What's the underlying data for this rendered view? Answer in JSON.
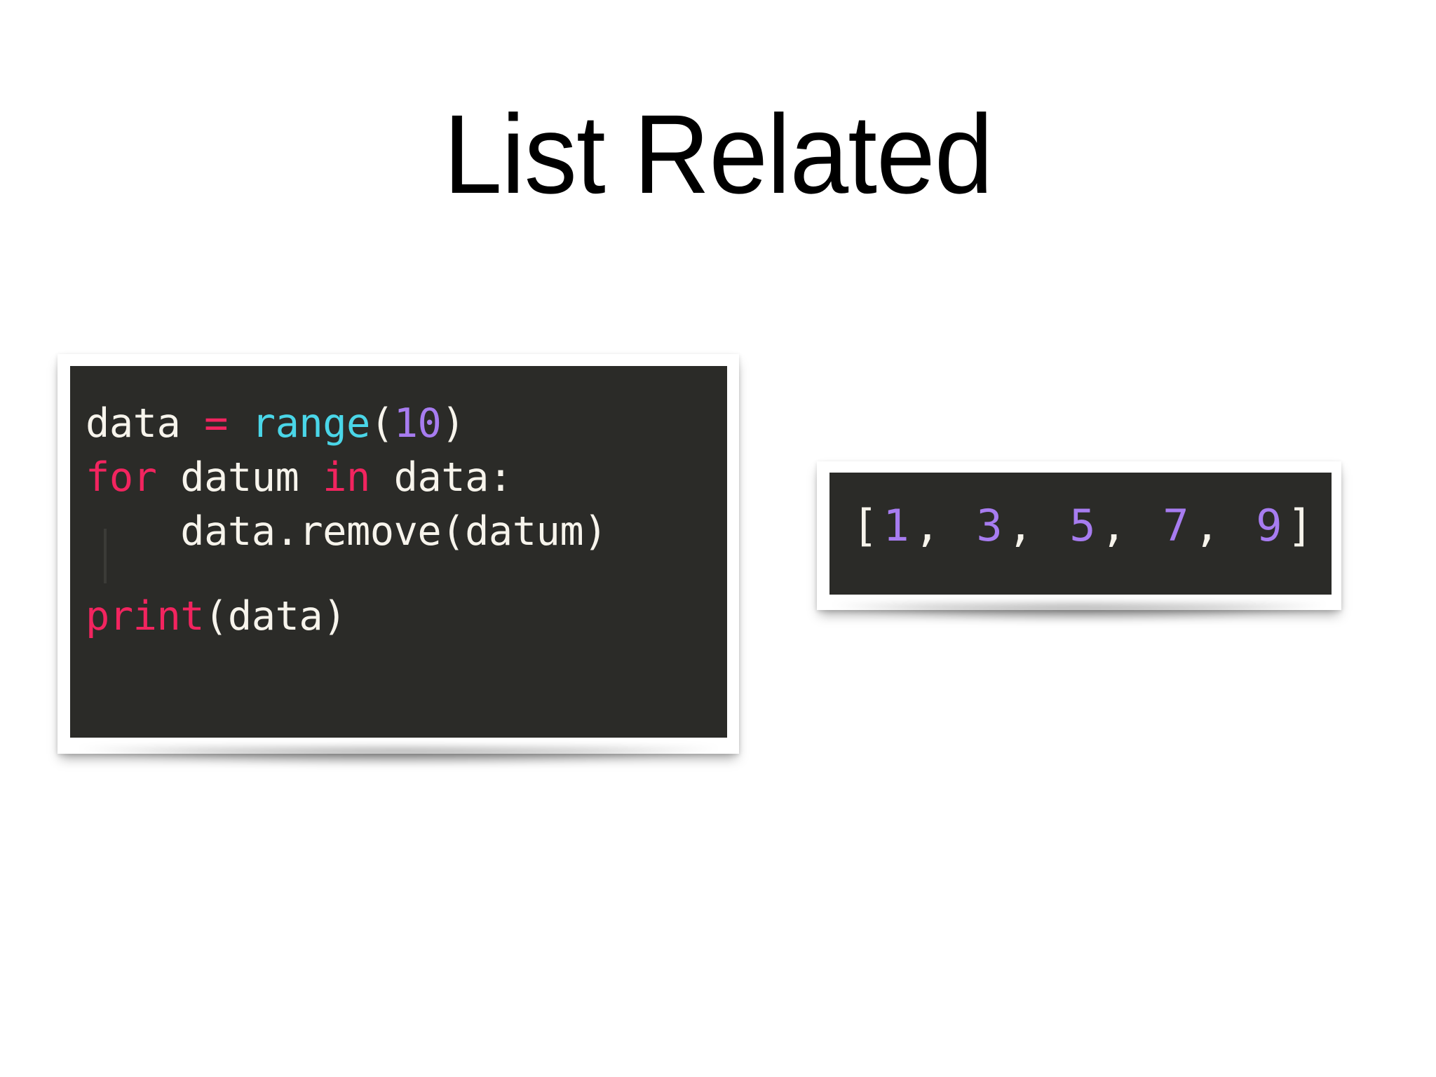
{
  "slide": {
    "title": "List Related",
    "background_color": "#ffffff"
  },
  "theme": {
    "code_background": "#2b2b28",
    "card_background": "#ffffff",
    "text_plain": "#f7f4ec",
    "keyword": "#f2245f",
    "function": "#4ad6e8",
    "number": "#a77cf0",
    "title_color": "#000000"
  },
  "code_block": {
    "language": "python",
    "full_text": "data = range(10)\nfor datum in data:\n    data.remove(datum)\n\nprint(data)",
    "lines": [
      {
        "index": 1,
        "text": "data = range(10)",
        "tokens": [
          {
            "t": "data",
            "k": "plain"
          },
          {
            "t": " ",
            "k": "plain"
          },
          {
            "t": "=",
            "k": "kw"
          },
          {
            "t": " ",
            "k": "plain"
          },
          {
            "t": "range",
            "k": "fn"
          },
          {
            "t": "(",
            "k": "punc"
          },
          {
            "t": "10",
            "k": "num"
          },
          {
            "t": ")",
            "k": "punc"
          }
        ]
      },
      {
        "index": 2,
        "text": "for datum in data:",
        "tokens": [
          {
            "t": "for",
            "k": "kw"
          },
          {
            "t": " datum ",
            "k": "plain"
          },
          {
            "t": "in",
            "k": "kw"
          },
          {
            "t": " data:",
            "k": "plain"
          }
        ]
      },
      {
        "index": 3,
        "text": "    data.remove(datum)",
        "tokens": [
          {
            "t": "    data.remove(datum)",
            "k": "plain"
          }
        ]
      },
      {
        "index": 4,
        "text": "",
        "tokens": []
      },
      {
        "index": 5,
        "text": "print(data)",
        "tokens": [
          {
            "t": "print",
            "k": "kw"
          },
          {
            "t": "(data)",
            "k": "plain"
          }
        ]
      }
    ]
  },
  "output_block": {
    "text": "[1, 3, 5, 7, 9]",
    "values": [
      1,
      3,
      5,
      7,
      9
    ],
    "tokens": [
      {
        "t": "[",
        "k": "punc"
      },
      {
        "t": "1",
        "k": "num"
      },
      {
        "t": ", ",
        "k": "punc"
      },
      {
        "t": "3",
        "k": "num"
      },
      {
        "t": ", ",
        "k": "punc"
      },
      {
        "t": "5",
        "k": "num"
      },
      {
        "t": ", ",
        "k": "punc"
      },
      {
        "t": "7",
        "k": "num"
      },
      {
        "t": ", ",
        "k": "punc"
      },
      {
        "t": "9",
        "k": "num"
      },
      {
        "t": "]",
        "k": "punc"
      }
    ]
  }
}
